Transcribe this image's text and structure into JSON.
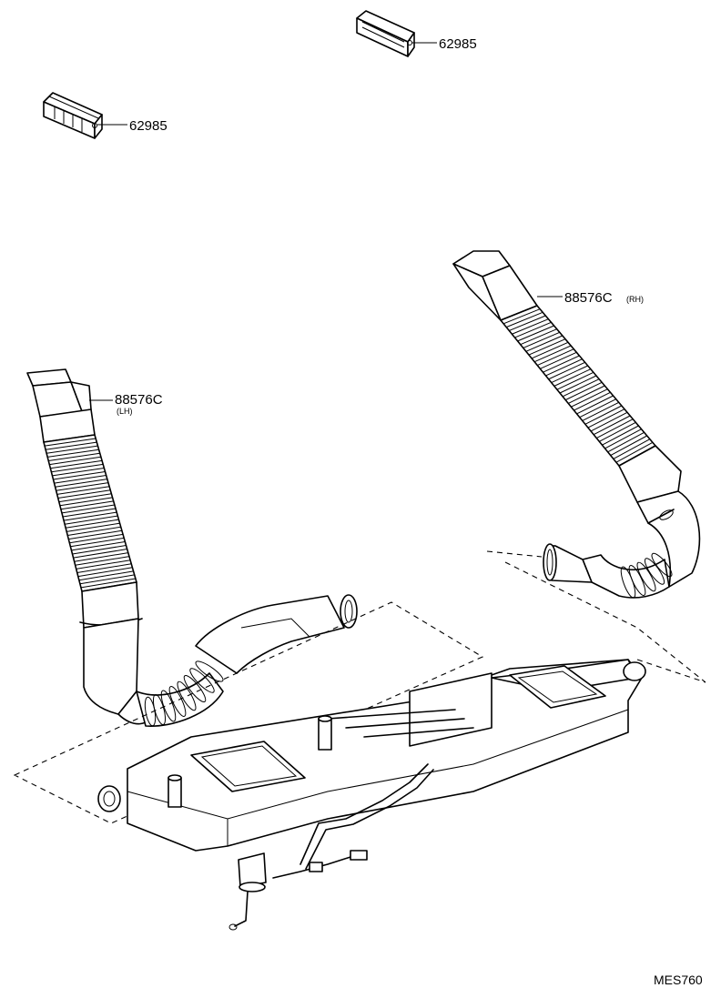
{
  "callouts": {
    "register_top": "62985",
    "register_left": "62985",
    "duct_rh": "88576C",
    "duct_rh_side": "(RH)",
    "duct_lh": "88576C",
    "duct_lh_side": "(LH)"
  },
  "figure_code": "MES760"
}
